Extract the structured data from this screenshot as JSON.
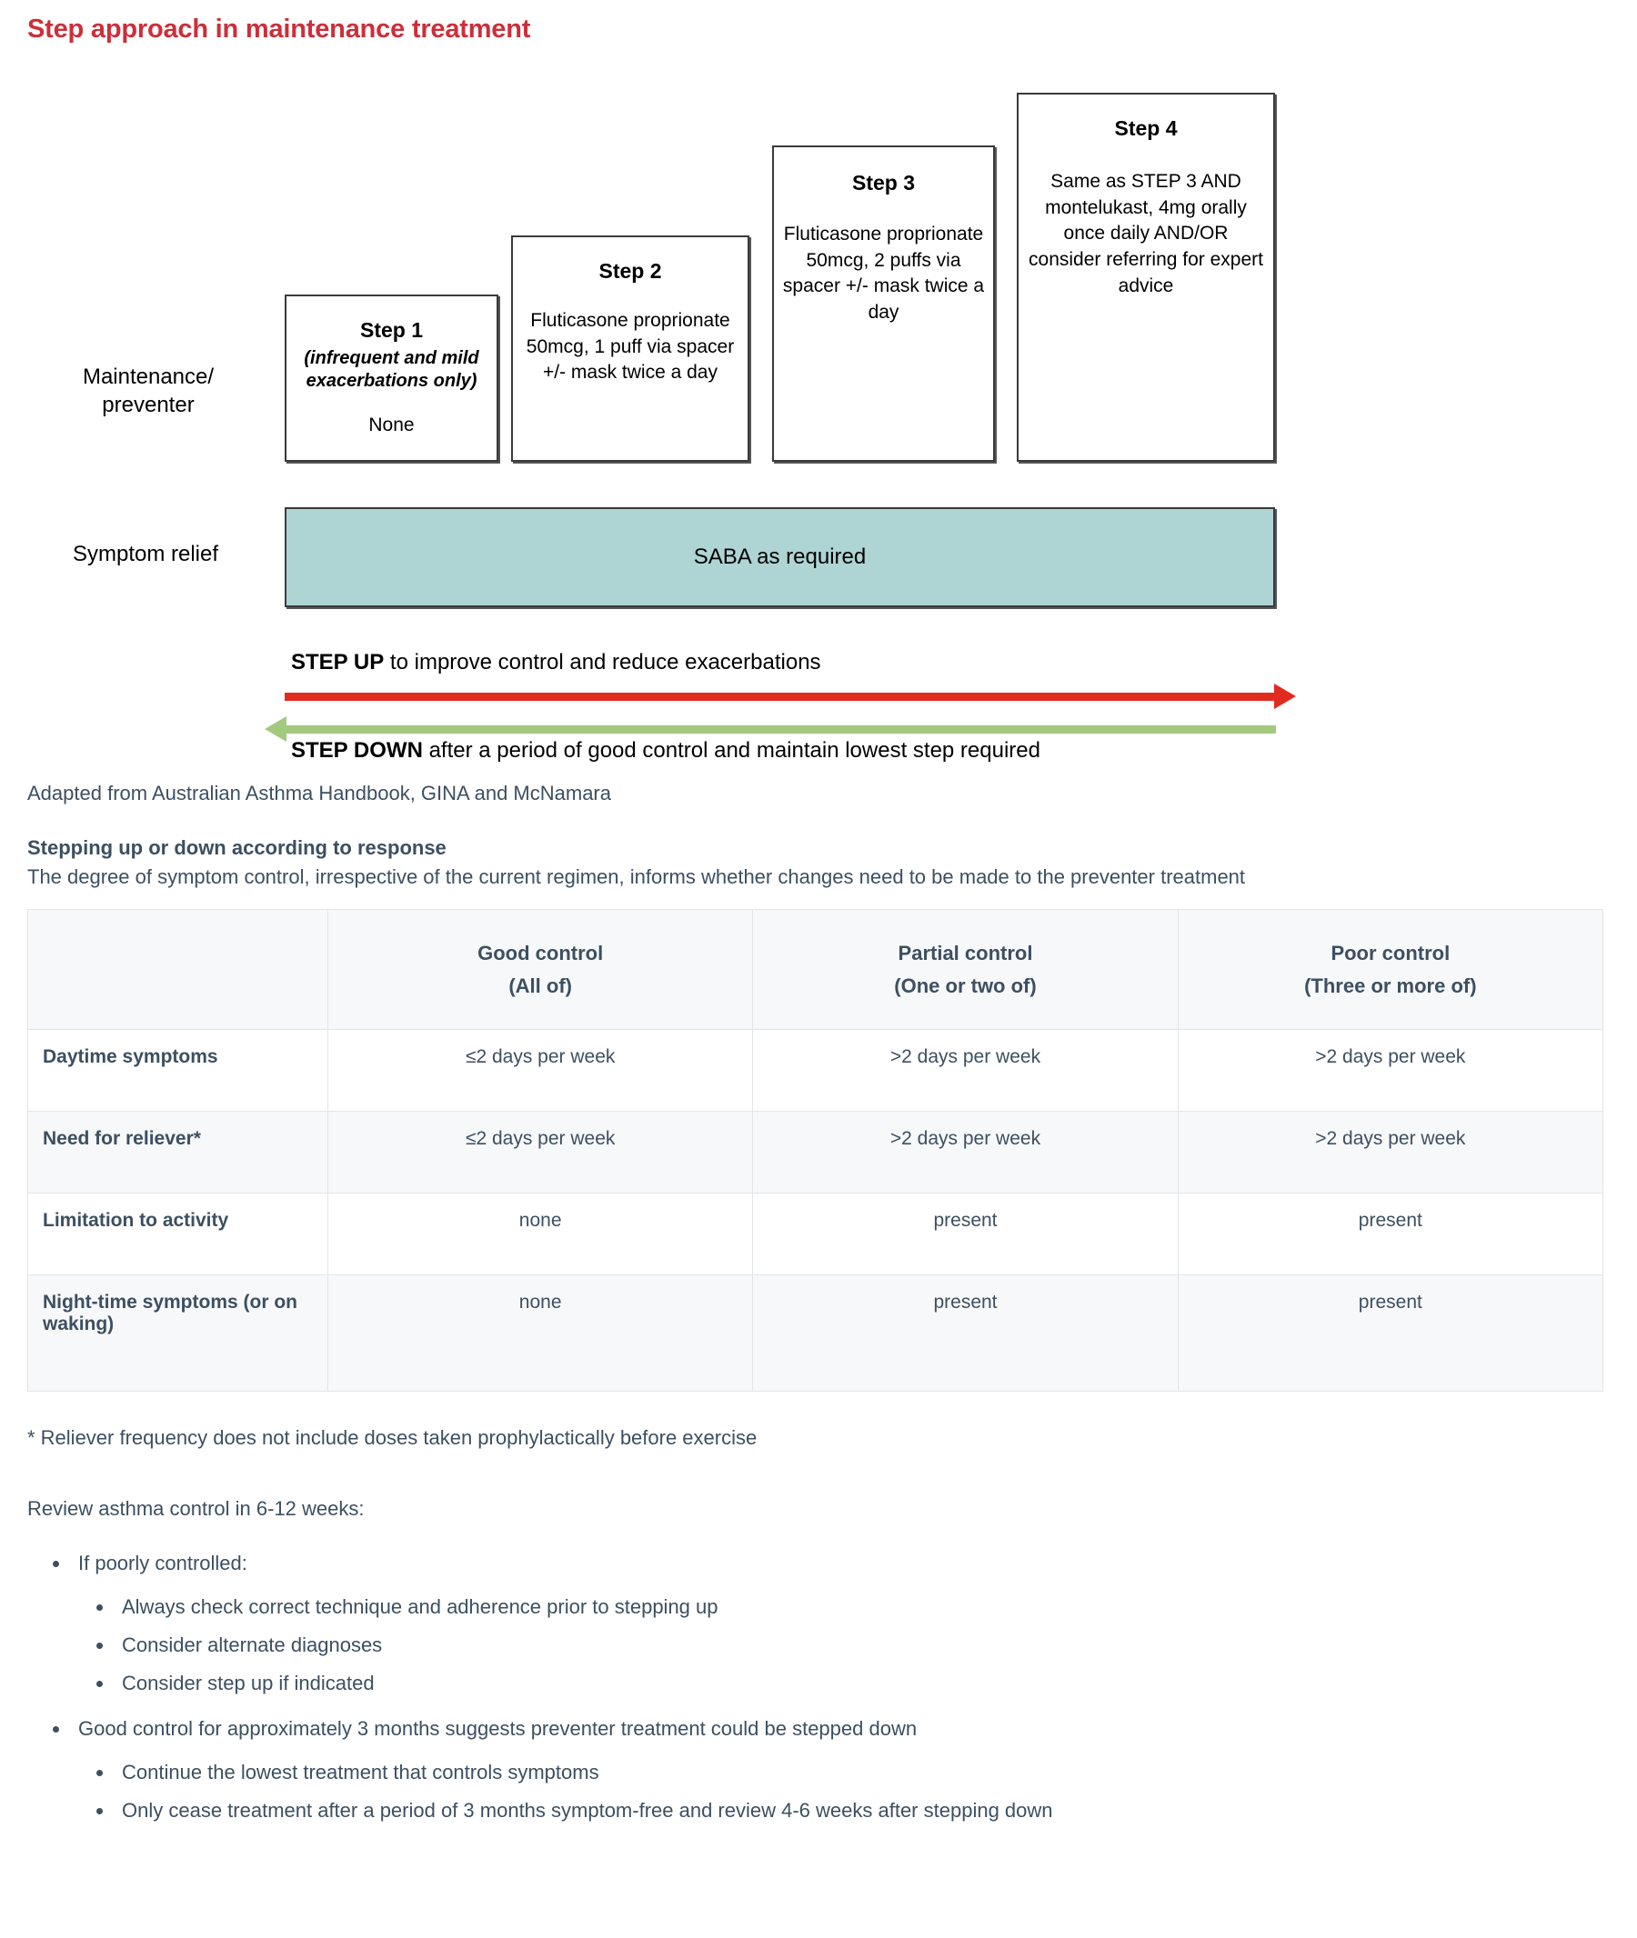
{
  "title": "Step approach in maintenance treatment",
  "colors": {
    "title_red": "#cc2f3a",
    "body_text": "#3d4f61",
    "saba_bar": "#aed4d4",
    "arrow_up_red": "#e12b20",
    "arrow_down_green": "#a3c97e",
    "table_header_bg": "#f7f8f9"
  },
  "diagram": {
    "row_labels": {
      "maintenance": "Maintenance/ preventer",
      "maintenance_line1": "Maintenance/",
      "maintenance_line2": "preventer",
      "symptom_relief": "Symptom relief"
    },
    "steps": [
      {
        "title": "Step 1",
        "subtitle": "(infrequent and mild exacerbations only)",
        "body": "None"
      },
      {
        "title": "Step 2",
        "subtitle": "",
        "body": "Fluticasone proprionate 50mcg, 1 puff via spacer +/- mask twice a day"
      },
      {
        "title": "Step 3",
        "subtitle": "",
        "body": "Fluticasone proprionate 50mcg, 2 puffs via spacer +/- mask twice a day"
      },
      {
        "title": "Step 4",
        "subtitle": "",
        "body": "Same as STEP 3 AND montelukast, 4mg orally once daily AND/OR consider referring for expert advice"
      }
    ],
    "saba_bar_label": "SABA as required",
    "arrows": {
      "up_bold": "STEP UP",
      "up_rest": " to improve control and reduce exacerbations",
      "down_bold": "STEP DOWN",
      "down_rest": " after a period of good control and maintain lowest step required"
    }
  },
  "body": {
    "adapted": "Adapted from Australian Asthma Handbook, GINA and McNamara",
    "sub_head": "Stepping up or down according to response",
    "sub_text": "The degree of symptom control, irrespective of the current regimen, informs whether changes need to be made to the preventer treatment",
    "footnote": "* Reliever frequency does not include doses taken prophylactically before exercise",
    "review_line": "Review asthma control in 6-12 weeks:"
  },
  "table": {
    "columns": [
      {
        "line1": "",
        "line2": ""
      },
      {
        "line1": "Good control",
        "line2": "(All of)"
      },
      {
        "line1": "Partial control",
        "line2": "(One or two of)"
      },
      {
        "line1": "Poor control",
        "line2": "(Three or more of)"
      }
    ],
    "rows": [
      {
        "label": "Daytime symptoms",
        "good": "≤2 days per week",
        "partial": ">2 days per week",
        "poor": ">2 days per week"
      },
      {
        "label": "Need for reliever*",
        "good": "≤2 days per week",
        "partial": ">2 days per week",
        "poor": ">2 days per week"
      },
      {
        "label": "Limitation to activity",
        "good": "none",
        "partial": "present",
        "poor": "present"
      },
      {
        "label": "Night-time symptoms (or on waking)",
        "good": "none",
        "partial": "present",
        "poor": "present"
      }
    ]
  },
  "bullets": [
    {
      "text": "If poorly controlled:",
      "children": [
        "Always check correct technique and adherence prior to stepping up",
        "Consider alternate diagnoses",
        "Consider step up if indicated"
      ]
    },
    {
      "text": "Good control for approximately 3 months suggests preventer treatment could be stepped down",
      "children": [
        "Continue the lowest treatment that controls symptoms",
        "Only cease treatment after a period of 3 months symptom-free and review 4-6 weeks after stepping down"
      ]
    }
  ]
}
